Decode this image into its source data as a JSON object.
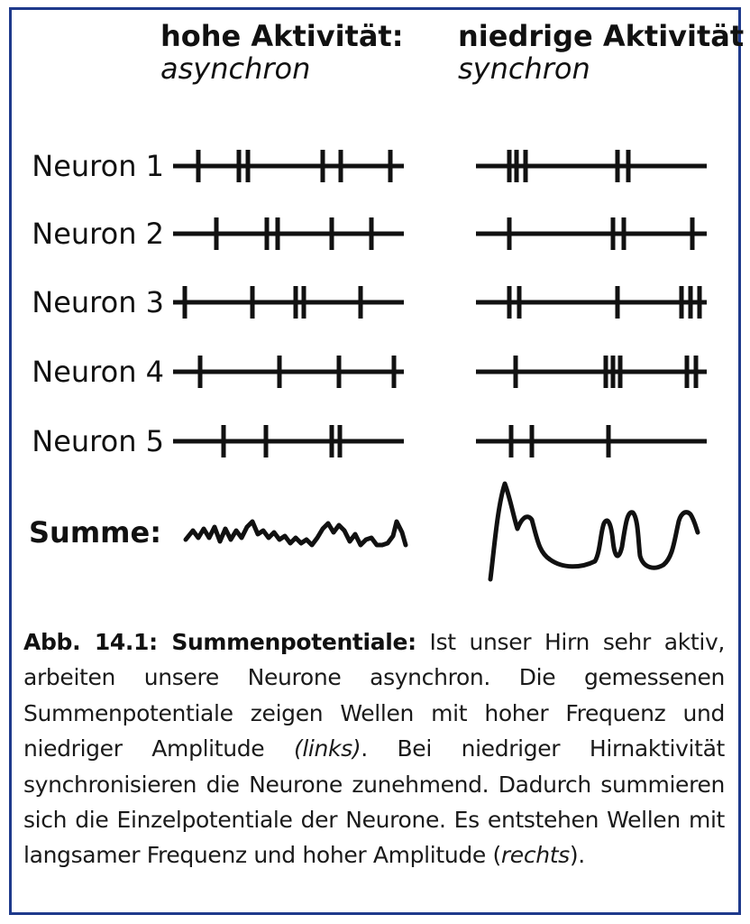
{
  "headings": {
    "left_title": "hohe Aktivität:",
    "left_subtitle": "asynchron",
    "right_title": "niedrige Aktivität",
    "right_subtitle": "synchron"
  },
  "neurons": [
    {
      "label": "Neuron 1",
      "left_spikes": [
        220,
        265,
        275,
        358,
        378,
        433
      ],
      "right_spikes": [
        565,
        573,
        583,
        685,
        697
      ]
    },
    {
      "label": "Neuron 2",
      "left_spikes": [
        240,
        296,
        308,
        368,
        412
      ],
      "right_spikes": [
        565,
        680,
        692,
        768
      ]
    },
    {
      "label": "Neuron 3",
      "left_spikes": [
        205,
        280,
        328,
        337,
        400
      ],
      "right_spikes": [
        565,
        576,
        685,
        756,
        766,
        776
      ]
    },
    {
      "label": "Neuron 4",
      "left_spikes": [
        222,
        310,
        376,
        437
      ],
      "right_spikes": [
        572,
        672,
        680,
        688,
        762,
        772
      ]
    },
    {
      "label": "Neuron 5",
      "left_spikes": [
        248,
        295,
        368,
        377
      ],
      "right_spikes": [
        567,
        590,
        675
      ]
    }
  ],
  "summe_label": "Summe:",
  "caption": {
    "bold": "Abb. 14.1: Summenpotentiale:",
    "text_1": " Ist unser Hirn sehr aktiv, arbeiten unsere Neurone asynchron. Die gemessenen Summenpotentiale zeigen Wellen mit hoher Frequenz und niedriger Amplitude ",
    "italic_1": "(links)",
    "text_2": ". Bei niedriger Hirnaktivität synchronisieren die Neurone zunehmend. Dadurch summieren sich die Einzelpotentiale der Neurone. Es entstehen Wellen mit langsamer Frequenz und hoher Amplitude (",
    "italic_2": "rechts",
    "text_3": ")."
  },
  "colors": {
    "border": "#1f3a8c",
    "ink": "#111111"
  }
}
